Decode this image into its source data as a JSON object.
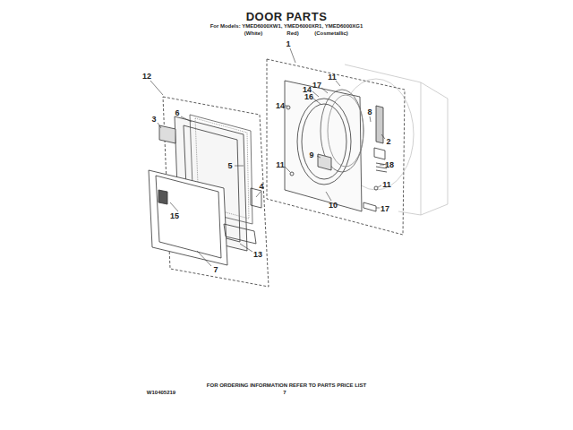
{
  "diagram": {
    "title": "DOOR PARTS",
    "labels": [
      "For Models: YMED6000XW1, YMED6000XR1, YMED6000XG1",
      "(White)",
      "Red)",
      "(Cosmetallic)",
      "1",
      "12",
      "3",
      "6",
      "5",
      "4",
      "15",
      "13",
      "7",
      "11",
      "17",
      "14",
      "16",
      "14",
      "8",
      "2",
      "9",
      "18",
      "11",
      "11",
      "10",
      "17",
      "FOR ORDERING INFORMATION REFER TO PARTS PRICE LIST",
      "W10405219",
      "7"
    ]
  }
}
